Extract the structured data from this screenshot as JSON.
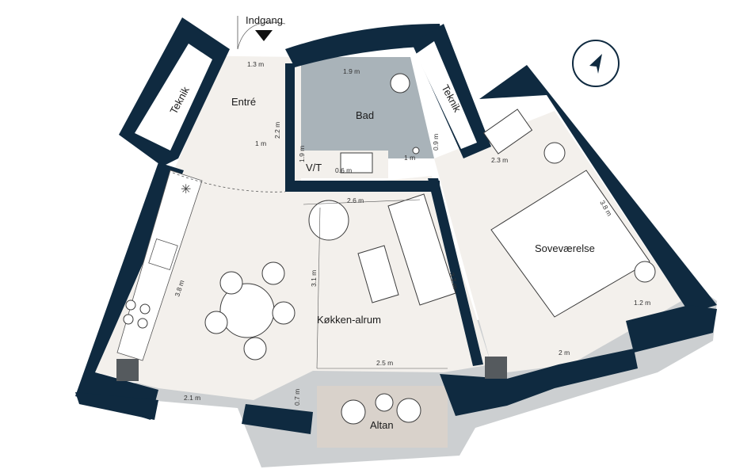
{
  "rooms": {
    "entrance": "Indgang",
    "entre": "Entré",
    "bath": "Bad",
    "tech_left": "Teknik",
    "tech_right": "Teknik",
    "vt": "V/T",
    "bedroom": "Soveværelse",
    "kitchen_living": "Køkken-alrum",
    "balcony": "Altan"
  },
  "dimensions": {
    "d1": "1.3 m",
    "d2": "1.9 m",
    "d3": "2.2 m",
    "d4": "1 m",
    "d5": "0.9 m",
    "d6": "1 m",
    "d7": "1.9 m",
    "d8": "0.6 m",
    "d9": "2.3 m",
    "d10": "3.8 m",
    "d11": "2.6 m",
    "d12": "3.1 m",
    "d13": "3.7 m",
    "d14": "3.8 m",
    "d15": "1.2 m",
    "d16": "2 m",
    "d17": "2.5 m",
    "d18": "0.7 m",
    "d19": "2.1 m"
  },
  "icons": {
    "compass": "north-arrow-icon",
    "entrance_arrow": "entrance-arrow-icon"
  },
  "colors": {
    "wall": "#0f2a40",
    "floor": "#f3f0ec",
    "bath": "#a9b3b9",
    "balcony": "#d9d2cb"
  }
}
